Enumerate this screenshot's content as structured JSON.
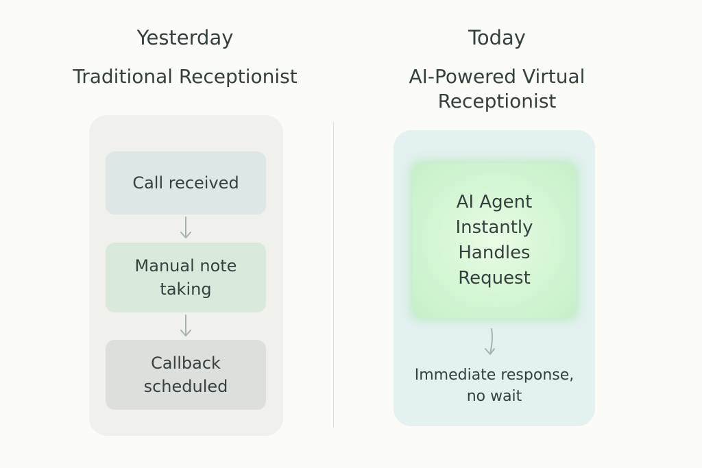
{
  "left": {
    "era": "Yesterday",
    "subtitle": "Traditional Receptionist",
    "steps": [
      "Call received",
      "Manual note taking",
      "Callback scheduled"
    ]
  },
  "right": {
    "era": "Today",
    "subtitle": "AI-Powered Virtual Receptionist",
    "ai_box": "AI Agent Instantly Handles Request",
    "outcome": "Immediate response, no wait"
  },
  "colors": {
    "background": "#fbfbf8",
    "left_panel": "#f0f0ed",
    "right_panel": "#e3f1f0",
    "step_received": "#dde8e6",
    "step_notes": "#d9eadd",
    "step_callback": "#dcdfdb",
    "ai_glow": "#c6eec9",
    "arrow": "#a9b3ae"
  },
  "icons": [
    "arrow-down-icon"
  ]
}
